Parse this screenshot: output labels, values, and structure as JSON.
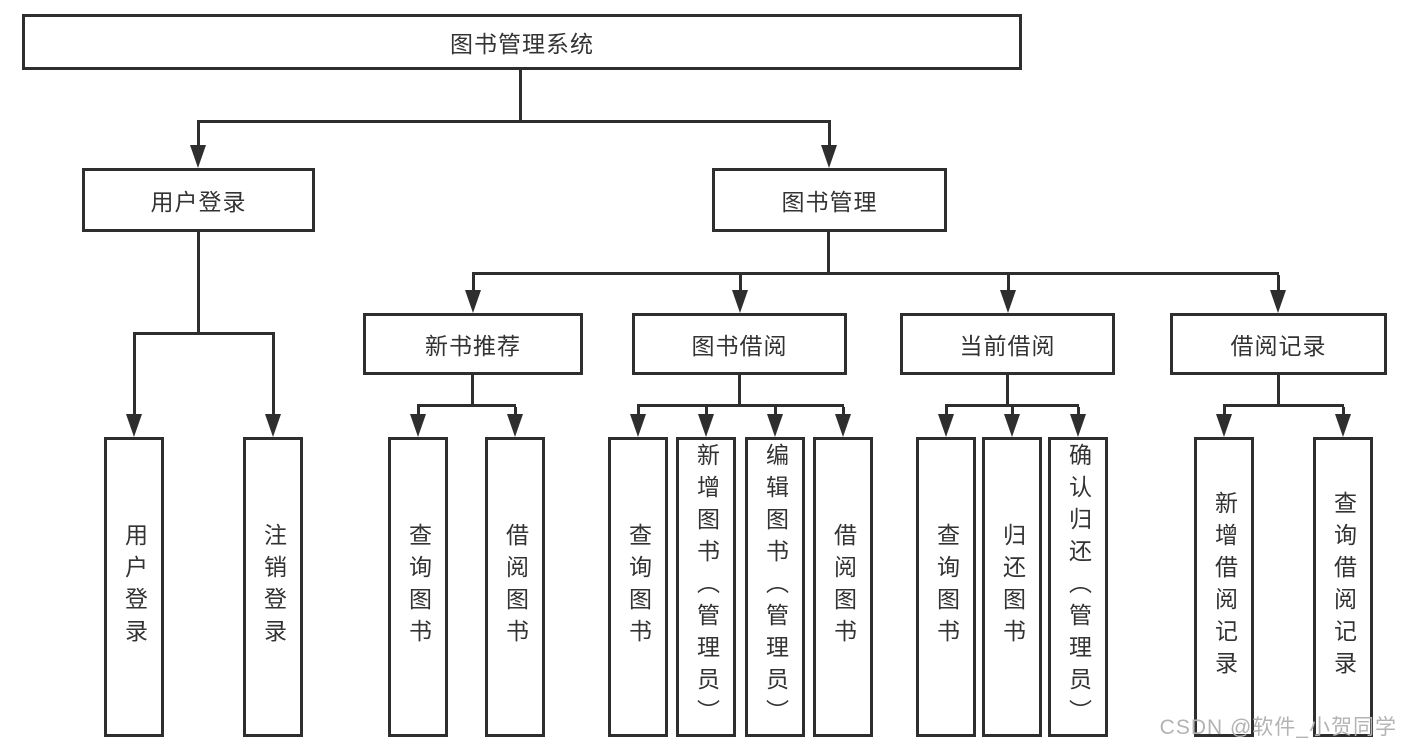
{
  "root": {
    "label": "图书管理系统"
  },
  "user_login": {
    "label": "用户登录",
    "children": [
      {
        "label": "用户登录"
      },
      {
        "label": "注销登录"
      }
    ]
  },
  "book_mgmt": {
    "label": "图书管理",
    "sections": [
      {
        "label": "新书推荐",
        "children": [
          {
            "label": "查询图书"
          },
          {
            "label": "借阅图书"
          }
        ]
      },
      {
        "label": "图书借阅",
        "children": [
          {
            "label": "查询图书"
          },
          {
            "label": "新增图书（管理员）"
          },
          {
            "label": "编辑图书（管理员）"
          },
          {
            "label": "借阅图书"
          }
        ]
      },
      {
        "label": "当前借阅",
        "children": [
          {
            "label": "查询图书"
          },
          {
            "label": "归还图书"
          },
          {
            "label": "确认归还（管理员）"
          }
        ]
      },
      {
        "label": "借阅记录",
        "children": [
          {
            "label": "新增借阅记录"
          },
          {
            "label": "查询借阅记录"
          }
        ]
      }
    ]
  },
  "watermark": {
    "text": "CSDN @软件_小贺同学"
  },
  "colors": {
    "line": "#2e2e2e",
    "text": "#333333",
    "background": "#ffffff",
    "watermark": "#b3b3b3"
  }
}
